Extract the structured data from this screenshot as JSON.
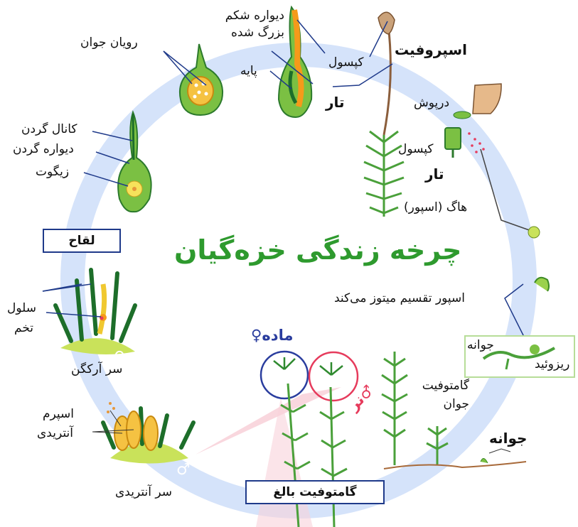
{
  "title": "چرخه زندگی خزه‌گیان",
  "boxes": {
    "fertilization": "لقاح",
    "adult_gametophyte": "گامتوفیت بالغ"
  },
  "labels": {
    "sporophyte": "اسپروفیت",
    "young_embryo": "رویان جوان",
    "enlarged_belly_wall": "دیواره شکم بزرگ شده",
    "foot": "پایه",
    "capsule_top": "کپسول",
    "seta_top": "تار",
    "neck_canal": "کانال گردن",
    "neck_wall": "دیواره گردن",
    "zygote": "زیگوت",
    "operculum": "درپوش",
    "capsule_right": "کپسول",
    "seta_right": "تار",
    "spore": "هاگ (اسپور)",
    "spore_mitosis": "اسپور تقسیم میتوز می‌کند",
    "protonema_bud": "جوانه",
    "rhizoid": "ریزوئید",
    "cell": "سلول",
    "egg": "تخم",
    "archegonial_head": "سر آرکگن",
    "female": "ماده",
    "male": "نر",
    "young_gametophyte": "گامتوفیت جوان",
    "bud_bold": "جوانه",
    "sperm": "اسپرم",
    "antheridium": "آنتریدی",
    "antheridial_head": "سر آنتریدی"
  },
  "colors": {
    "title": "#2e9a2e",
    "cycle_ring": "#d5e3fa",
    "female": "#2a3d9e",
    "male": "#e63b5c",
    "box_border": "#1f3a8a",
    "plant_green": "#3ca13c",
    "dark_green": "#1d6e2a",
    "capsule_orange": "#f5a31a"
  }
}
